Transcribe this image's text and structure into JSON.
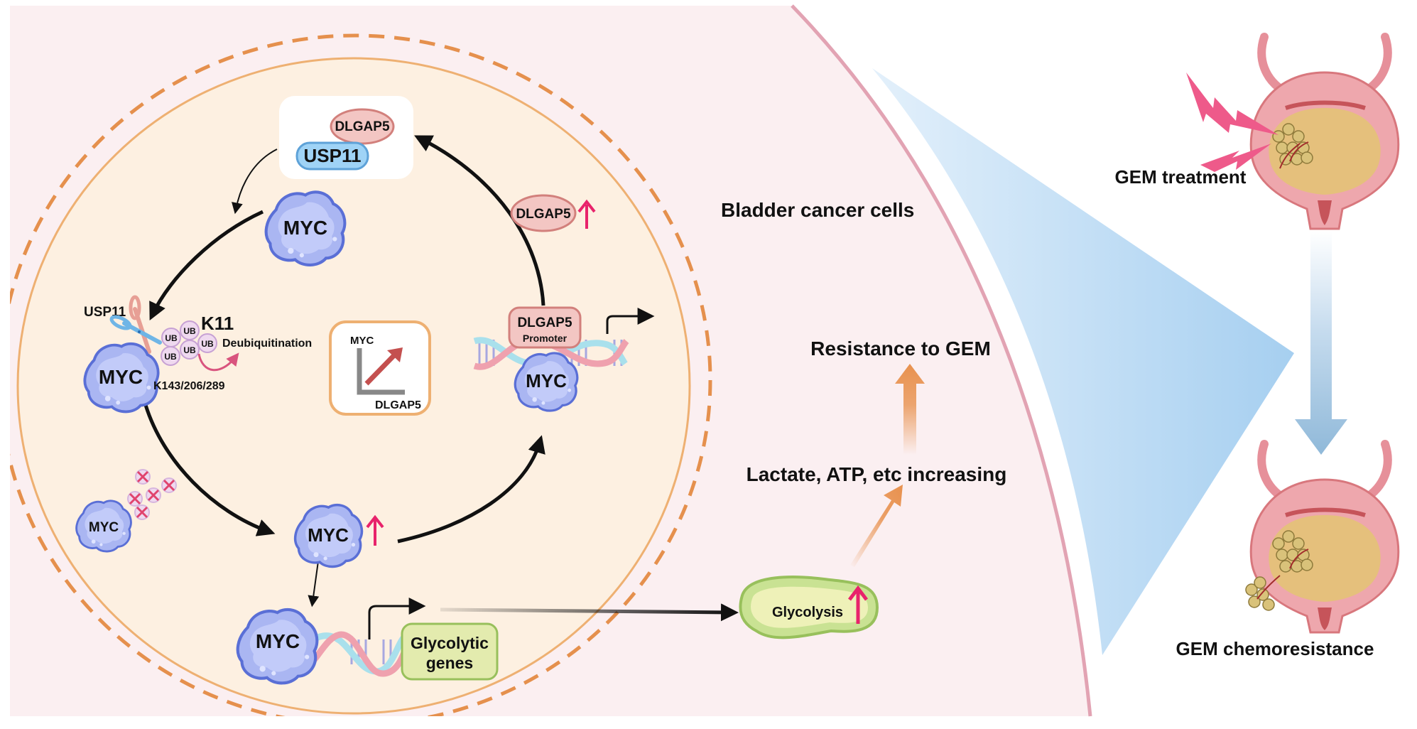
{
  "figure": {
    "region_label": "Bladder cancer cells",
    "colors": {
      "cytoplasm": "#fbeff1",
      "cell_membrane": "#e2a3b3",
      "nucleus_fill": "#fdf0e1",
      "nucleus_border": "#eeb072",
      "dashed_border": "#e5904d",
      "myc_fill": "#aab6f2",
      "myc_border": "#5a6fd6",
      "dlgap5_fill": "#f3c6c3",
      "dlgap5_border": "#d2807c",
      "usp11_fill": "#9fd3f6",
      "usp11_border": "#5ea2d8",
      "up_arrow": "#e8236b",
      "orange_arrow": "#e8914e",
      "glyco_fill": "#e3ebae",
      "glyco_border": "#98c05c",
      "blue_wedge": "#a9d2f0",
      "blue_arrow": "#8fb8d8"
    }
  },
  "complex": {
    "dlgap5": "DLGAP5",
    "usp11": "USP11"
  },
  "myc_top": "MYC",
  "dlgap5_up": {
    "label": "DLGAP5",
    "indicator": "up"
  },
  "deubiquitination": {
    "myc": "MYC",
    "usp11": "USP11",
    "k11": "K11",
    "ub": [
      "UB",
      "UB",
      "UB",
      "UB",
      "UB"
    ],
    "action": "Deubiquitination",
    "sites": "K143/206/289"
  },
  "correlation": {
    "y_label": "MYC",
    "x_label": "DLGAP5",
    "trend": "positive"
  },
  "promoter": {
    "gene": "DLGAP5",
    "sub": "Promoter",
    "myc": "MYC"
  },
  "degraded": {
    "myc": "MYC"
  },
  "myc_up": {
    "label": "MYC",
    "indicator": "up"
  },
  "glycolytic": {
    "myc": "MYC",
    "genes_line1": "Glycolytic",
    "genes_line2": "genes"
  },
  "glycolysis": {
    "label": "Glycolysis",
    "indicator": "up"
  },
  "metabolites": "Lactate, ATP, etc increasing",
  "resistance": "Resistance to GEM",
  "organ": {
    "treatment": "GEM treatment",
    "result": "GEM chemoresistance"
  }
}
